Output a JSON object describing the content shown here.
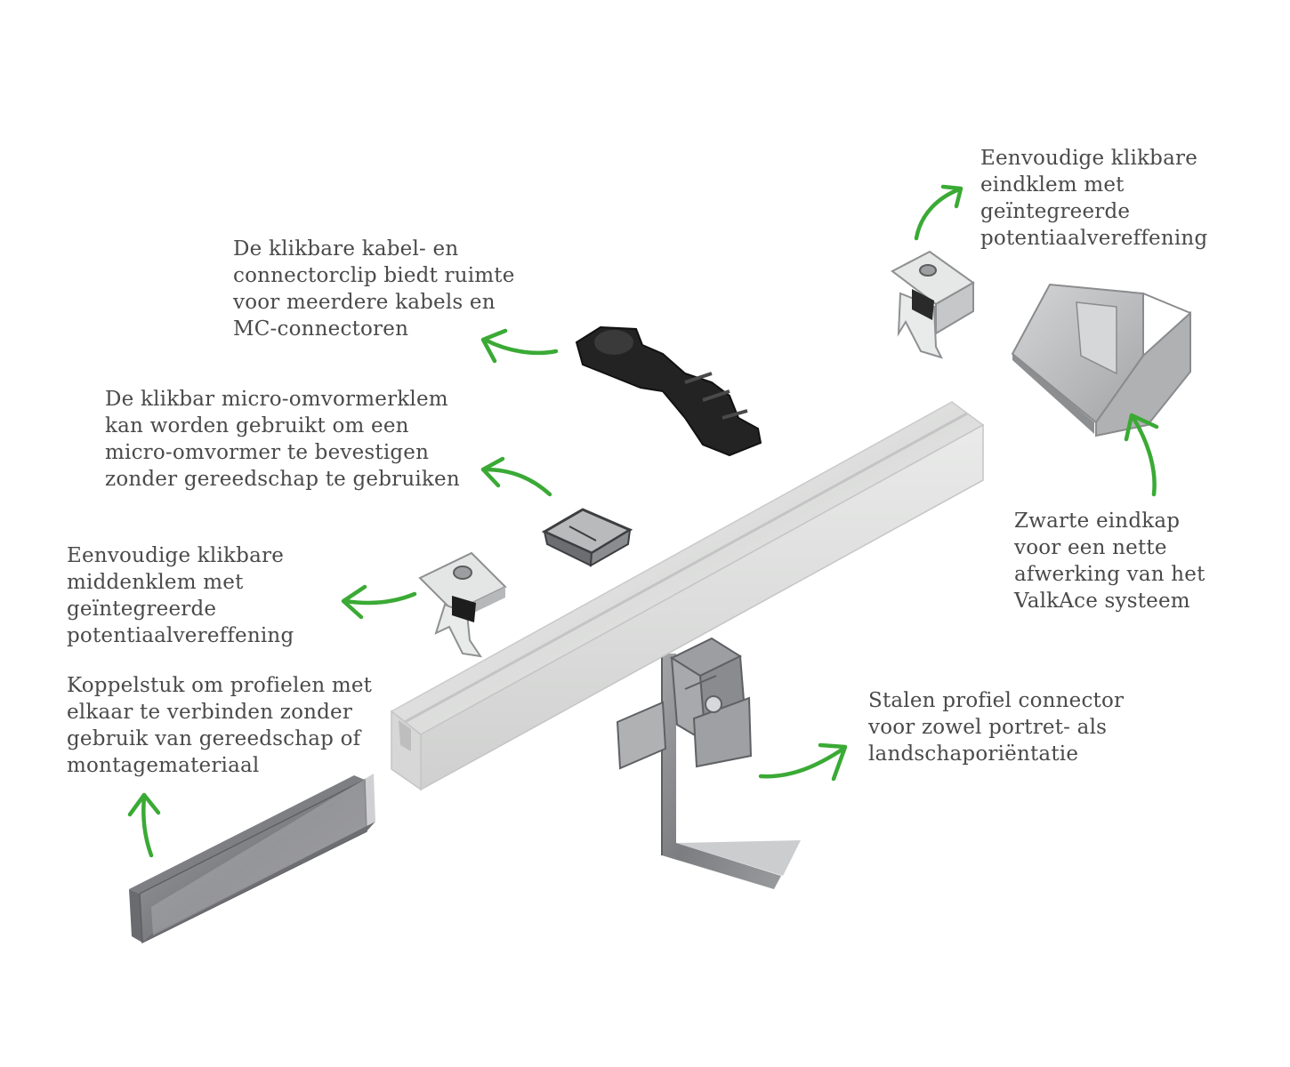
{
  "colors": {
    "arrow": "#3aaa35",
    "text": "#4a4a4a",
    "rail": "#e6e7e6",
    "steel": "#8c8d8f",
    "black_part": "#1e1e1e",
    "endcap": "#b9babc"
  },
  "labels": {
    "eindklem": [
      "Eenvoudige klikbare",
      "eindklem met",
      "geïntegreerde",
      "potentiaalvereffening"
    ],
    "kabelclip": [
      "De klikbare kabel- en",
      "connectorclip biedt ruimte",
      "voor meerdere kabels en",
      "MC-connectoren"
    ],
    "micro": [
      "De klikbar micro-omvormerklem",
      "kan worden gebruikt om een",
      "micro-omvormer te bevestigen",
      "zonder gereedschap te gebruiken"
    ],
    "middenklem": [
      "Eenvoudige klikbare",
      "middenklem met",
      "geïntegreerde",
      "potentiaalvereffening"
    ],
    "koppelstuk": [
      "Koppelstuk om profielen met",
      "elkaar te verbinden zonder",
      "gebruik van gereedschap of",
      "montagemateriaal"
    ],
    "eindkap": [
      "Zwarte eindkap",
      "voor een nette",
      "afwerking van het",
      "ValkAce systeem"
    ],
    "connector": [
      "Stalen profiel connector",
      "voor zowel portret- als",
      "landschaporiëntatie"
    ]
  }
}
